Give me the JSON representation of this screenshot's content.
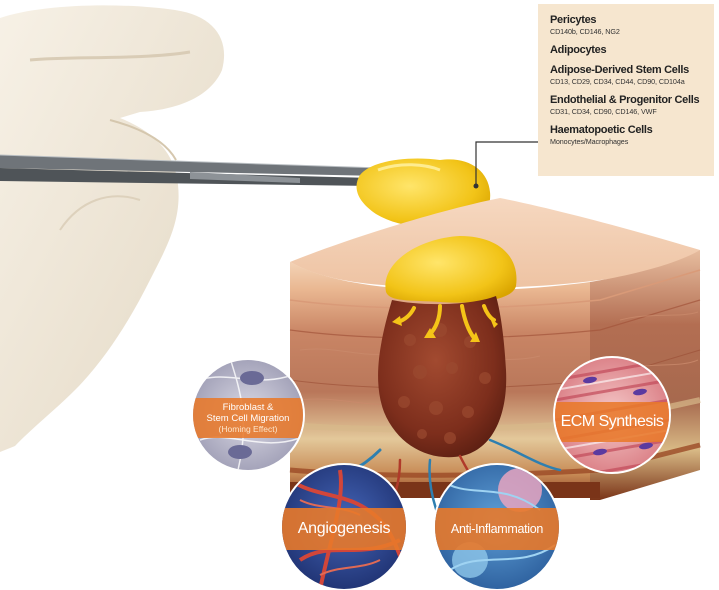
{
  "legend": {
    "pericytes_title": "Pericytes",
    "pericytes_markers": "CD140b, CD146, NG2",
    "adipocytes_title": "Adipocytes",
    "adsc_title": "Adipose-Derived Stem Cells",
    "adsc_markers": "CD13, CD29, CD34, CD44, CD90, CD104a",
    "endothelial_title": "Endothelial & Progenitor Cells",
    "endothelial_markers": "CD31, CD34, CD90, CD146, VWF",
    "haemato_title": "Haematopoetic Cells",
    "haemato_markers": "Monocytes/Macrophages"
  },
  "effects": {
    "migration_line1": "Fibroblast &",
    "migration_line2": "Stem Cell Migration",
    "migration_line3": "(Homing Effect)",
    "ecm": "ECM Synthesis",
    "angiogenesis": "Angiogenesis",
    "anti_inflammation": "Anti-Inflammation"
  },
  "colors": {
    "legend_bg": "#f6e6cf",
    "fat_yellow": "#f2c418",
    "label_band": "#e8792a",
    "tissue_brown": "#8a3a22"
  }
}
